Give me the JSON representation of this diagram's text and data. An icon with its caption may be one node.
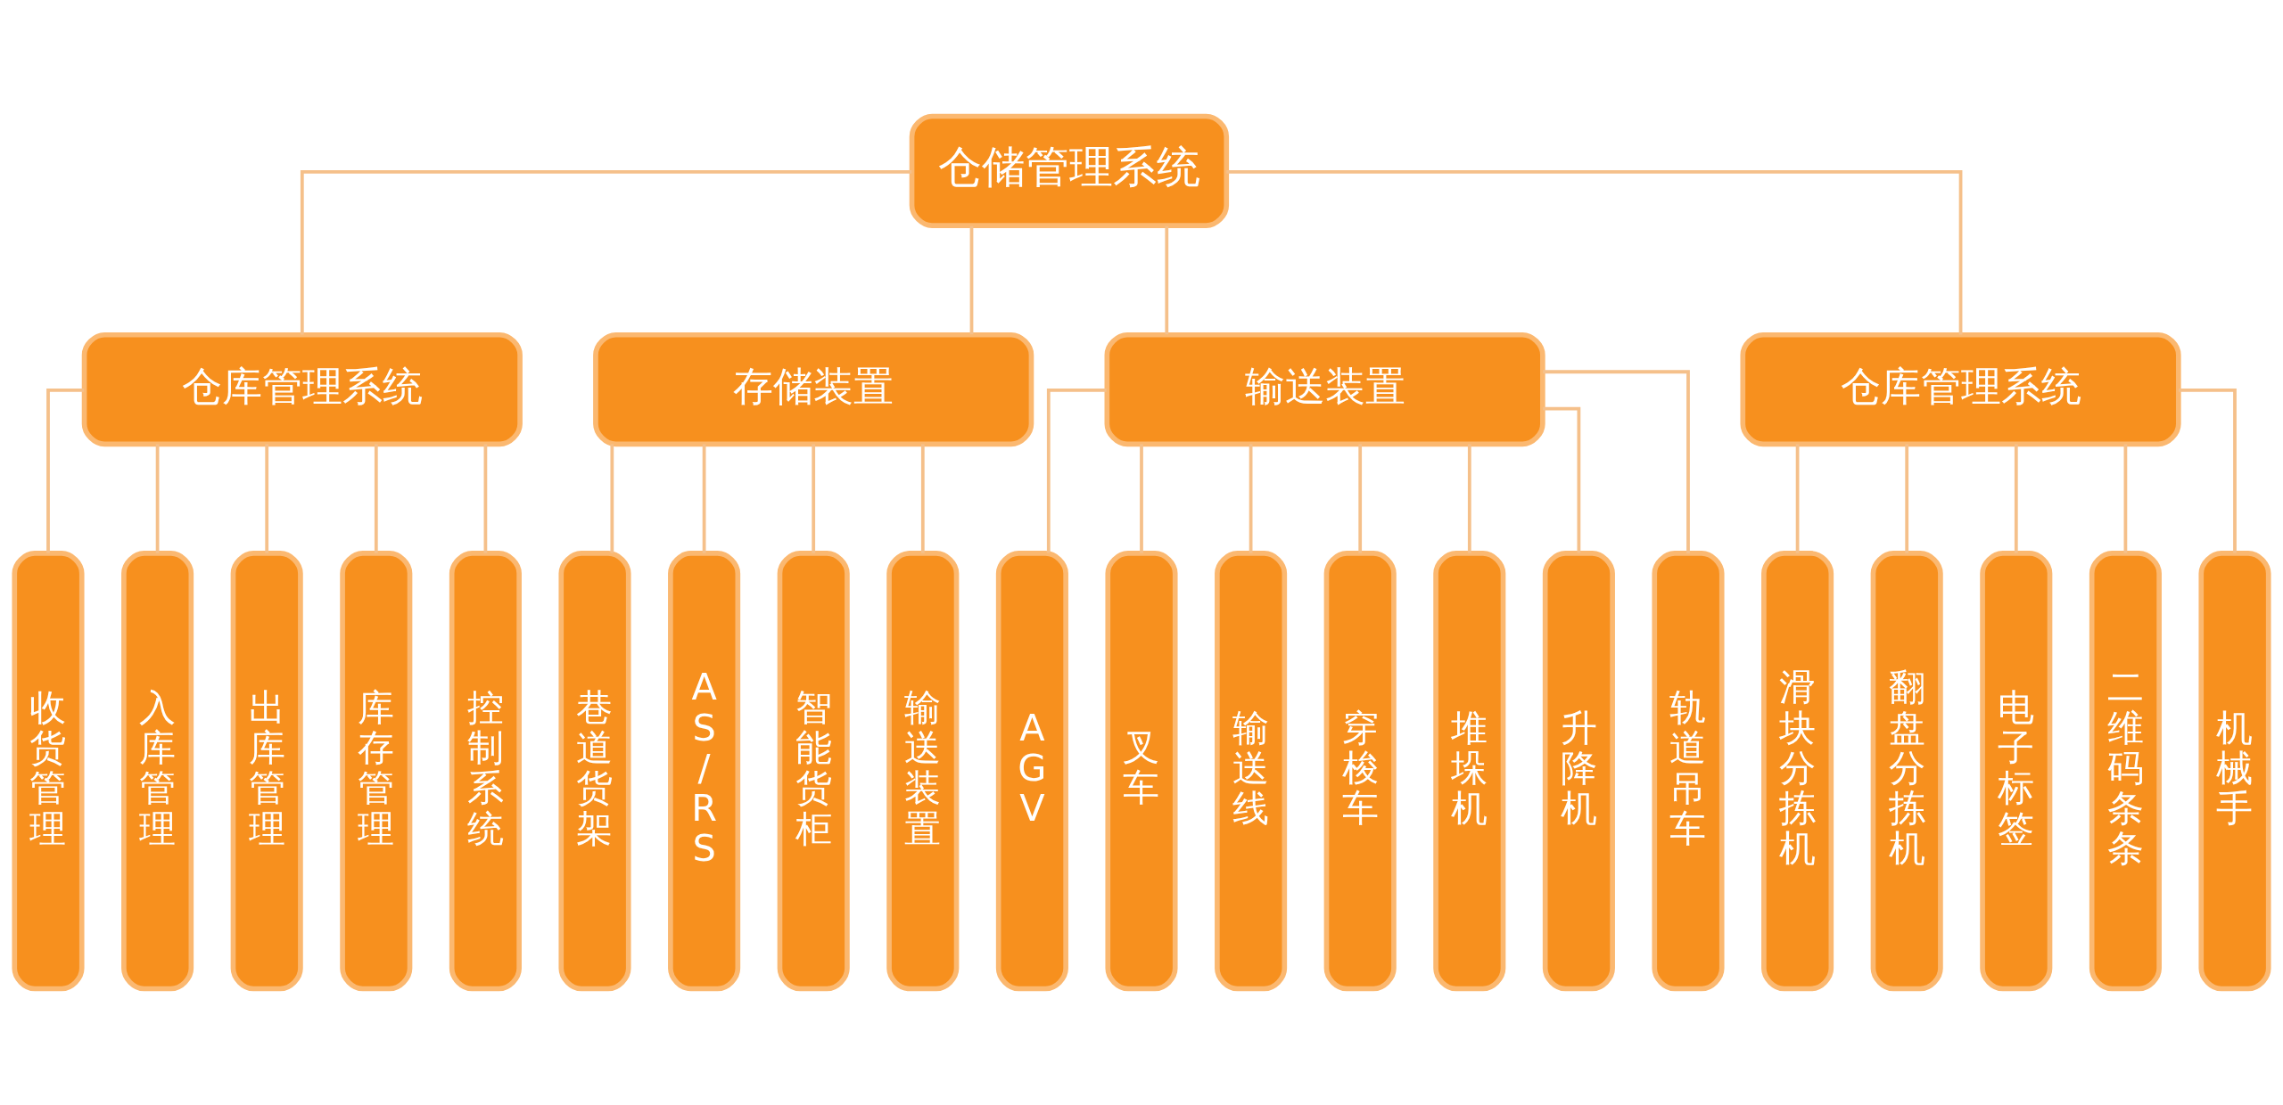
{
  "diagram": {
    "nodes": [
      {
        "text": [
          "仓储管理系统"
        ]
      },
      {
        "text": [
          "仓库管理系统"
        ]
      },
      {
        "text": [
          "存储装置"
        ]
      },
      {
        "text": [
          "输送装置"
        ]
      },
      {
        "text": [
          "仓库管理系统"
        ]
      },
      {
        "text": [
          "收货管理"
        ]
      },
      {
        "text": [
          "入库管理"
        ]
      },
      {
        "text": [
          "出库管理"
        ]
      },
      {
        "text": [
          "库存管理"
        ]
      },
      {
        "text": [
          "控制系统"
        ]
      },
      {
        "text": [
          "巷道货架"
        ]
      },
      {
        "text": [
          "AS/RS"
        ]
      },
      {
        "text": [
          "智能货柜"
        ]
      },
      {
        "text": [
          "输送装置"
        ]
      },
      {
        "text": [
          "AGV"
        ]
      },
      {
        "text": [
          "叉车"
        ]
      },
      {
        "text": [
          "输送线"
        ]
      },
      {
        "text": [
          "穿梭车"
        ]
      },
      {
        "text": [
          "堆垛机"
        ]
      },
      {
        "text": [
          "升降机"
        ]
      },
      {
        "text": [
          "轨道吊车"
        ]
      },
      {
        "text": [
          "滑块分拣机"
        ]
      },
      {
        "text": [
          "翻盘分拣机"
        ]
      },
      {
        "text": [
          "电子标签"
        ]
      },
      {
        "text": [
          "二维码条条"
        ]
      },
      {
        "text": [
          "机械手"
        ]
      }
    ],
    "edges": [
      {
        "from": 0,
        "to": 1,
        "arrow": "none"
      },
      {
        "from": 0,
        "to": 2,
        "arrow": "none"
      },
      {
        "from": 0,
        "to": 3,
        "arrow": "none"
      },
      {
        "from": 0,
        "to": 4,
        "arrow": "none"
      },
      {
        "from": 1,
        "to": 5,
        "arrow": "none"
      },
      {
        "from": 1,
        "to": 6,
        "arrow": "none"
      },
      {
        "from": 1,
        "to": 7,
        "arrow": "none"
      },
      {
        "from": 1,
        "to": 8,
        "arrow": "none"
      },
      {
        "from": 1,
        "to": 9,
        "arrow": "none"
      },
      {
        "from": 2,
        "to": 10,
        "arrow": "none"
      },
      {
        "from": 2,
        "to": 11,
        "arrow": "none"
      },
      {
        "from": 2,
        "to": 12,
        "arrow": "none"
      },
      {
        "from": 2,
        "to": 13,
        "arrow": "none"
      },
      {
        "from": 3,
        "to": 14,
        "arrow": "none"
      },
      {
        "from": 3,
        "to": 15,
        "arrow": "none"
      },
      {
        "from": 3,
        "to": 16,
        "arrow": "none"
      },
      {
        "from": 3,
        "to": 17,
        "arrow": "none"
      },
      {
        "from": 3,
        "to": 18,
        "arrow": "none"
      },
      {
        "from": 3,
        "to": 19,
        "arrow": "none"
      },
      {
        "from": 3,
        "to": 20,
        "arrow": "none"
      },
      {
        "from": 4,
        "to": 21,
        "arrow": "none"
      },
      {
        "from": 4,
        "to": 22,
        "arrow": "none"
      },
      {
        "from": 4,
        "to": 23,
        "arrow": "none"
      },
      {
        "from": 4,
        "to": 24,
        "arrow": "none"
      },
      {
        "from": 4,
        "to": 25,
        "arrow": "none"
      }
    ]
  }
}
